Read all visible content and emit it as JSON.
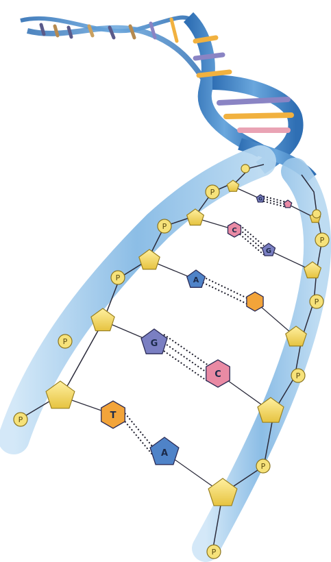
{
  "phosphate_label": "P",
  "colors": {
    "backbone_ribbon": "#8fc3e8",
    "backbone_ribbon_dark": "#4f8fc9",
    "sugar": "#f3d75c",
    "phosphate": "#f6e27a",
    "adenine": "#4f83c8",
    "guanine": "#7a7fc2",
    "thymine": "#f2a43a",
    "cytosine": "#e98aa4"
  },
  "base_pairs": [
    {
      "left": "G",
      "right": "C"
    },
    {
      "left": "C",
      "right": "G"
    },
    {
      "left": "A",
      "right": "T"
    },
    {
      "left": "G",
      "right": "C"
    },
    {
      "left": "T",
      "right": "A"
    }
  ],
  "base_pair_labels": [
    {
      "left": "G",
      "right": "",
      "left_type": "guanine",
      "right_type": "cytosine"
    },
    {
      "left": "C",
      "right": "G",
      "left_type": "cytosine",
      "right_type": "guanine"
    },
    {
      "left": "A",
      "right": "",
      "left_type": "adenine",
      "right_type": "thymine"
    },
    {
      "left": "G",
      "right": "C",
      "left_type": "guanine",
      "right_type": "cytosine"
    },
    {
      "left": "T",
      "right": "A",
      "left_type": "thymine",
      "right_type": "adenine"
    }
  ]
}
